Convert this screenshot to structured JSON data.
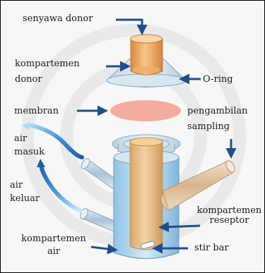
{
  "labels": {
    "senyawa_donor": "senyawa donor",
    "kompartemen_donor_1": "kompartemen",
    "kompartemen_donor_2": "donor",
    "o_ring": "O-ring",
    "membran": "membran",
    "pengambilan_1": "pengambilan",
    "pengambilan_2": "sampling",
    "air_masuk_1": "air",
    "air_masuk_2": "masuk",
    "air_keluar_1": "air",
    "air_keluar_2": "keluar",
    "kompartemen_reseptor_1": "kompartemen",
    "kompartemen_reseptor_2": "reseptor",
    "kompartemen_air_1": "kompartemen",
    "kompartemen_air_2": "air",
    "stir_bar": "stir bar"
  },
  "colors": {
    "arrow": "#1f4e8c",
    "water_arrow_start": "#1a5fa8",
    "water_arrow_end": "#9fd4f5",
    "membrane": "#f2a090",
    "donor": "#f0a860",
    "glass": "#c9dce9"
  }
}
